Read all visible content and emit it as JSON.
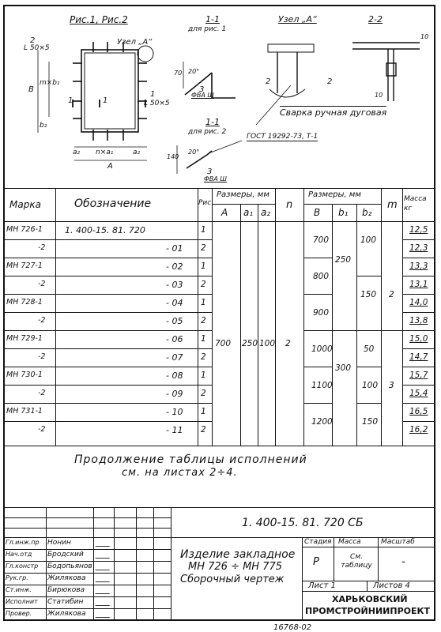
{
  "drawings": {
    "fig_main_title": "Рис.1, Рис.2",
    "node_a": "Узел „А“",
    "l50_top": "L 50×5",
    "l50_right": "L 50×5",
    "label_2": "2",
    "label_1_left": "1",
    "label_1_right": "1",
    "label_1_bottom": "1",
    "dim_B": "B",
    "dim_b1": "m×b₁",
    "dim_b2": "b₂",
    "dim_a2_left": "a₂",
    "dim_na1": "n×a₁",
    "dim_a2_right": "a₂",
    "dim_A": "A",
    "sec_11_top": "1-1",
    "sec_11_top_note": "для рис. 1",
    "dim_70": "70",
    "angle_200_top": "20°",
    "mark_3_top": "3",
    "weld_top": "ФВА Ш",
    "node_a_title": "Узел „А“",
    "sec_22_title": "2-2",
    "dim_10_a": "10",
    "dim_10_b": "10",
    "sec2_left": "2",
    "sec2_right": "2",
    "weld_note": "Сварка ручная дуговая",
    "sec_11_bottom": "1-1",
    "sec_11_bottom_note": "для рис. 2",
    "gost": "ГОСТ 19292-73, Т-1",
    "dim_140": "140",
    "angle_200_bottom": "20°",
    "mark_3_bottom": "3",
    "weld_bottom": "ФВА Ш"
  },
  "table": {
    "headers": {
      "marka": "Марка",
      "oboz": "Обозначение",
      "ris": "Рис",
      "razm_left": "Размеры, мм",
      "A": "A",
      "a1": "a₁",
      "a2": "a₂",
      "n": "n",
      "razm_right": "Размеры, мм",
      "B": "B",
      "b1": "b₁",
      "b2": "b₂",
      "m": "m",
      "massa": "Масса кг"
    },
    "rows": [
      {
        "marka": "МН 726-1",
        "oboz": "1. 400-15. 81. 720",
        "ris": "1",
        "mass": "12,5"
      },
      {
        "marka": "-2",
        "oboz": "- 01",
        "ris": "2",
        "mass": "12,3"
      },
      {
        "marka": "МН 727-1",
        "oboz": "- 02",
        "ris": "1",
        "mass": "13,3"
      },
      {
        "marka": "-2",
        "oboz": "- 03",
        "ris": "2",
        "mass": "13,1"
      },
      {
        "marka": "МН 728-1",
        "oboz": "- 04",
        "ris": "1",
        "mass": "14,0"
      },
      {
        "marka": "-2",
        "oboz": "- 05",
        "ris": "2",
        "mass": "13,8"
      },
      {
        "marka": "МН 729-1",
        "oboz": "- 06",
        "ris": "1",
        "mass": "15,0"
      },
      {
        "marka": "-2",
        "oboz": "- 07",
        "ris": "2",
        "mass": "14,7"
      },
      {
        "marka": "МН 730-1",
        "oboz": "- 08",
        "ris": "1",
        "mass": "15,7"
      },
      {
        "marka": "-2",
        "oboz": "- 09",
        "ris": "2",
        "mass": "15,4"
      },
      {
        "marka": "МН 731-1",
        "oboz": "- 10",
        "ris": "1",
        "mass": "16,5"
      },
      {
        "marka": "-2",
        "oboz": "- 11",
        "ris": "2",
        "mass": "16,2"
      }
    ],
    "merged": {
      "A": "700",
      "a1": "250",
      "a2": "100",
      "n": "2",
      "B": [
        "700",
        "800",
        "900",
        "1000",
        "1100",
        "1200"
      ],
      "b1_top": "250",
      "b1_bottom": "300",
      "b2": [
        "100",
        "150",
        "50",
        "100",
        "150"
      ],
      "m_top": "2",
      "m_bottom": "3"
    },
    "continuation_line1": "Продолжение таблицы исполнений",
    "continuation_line2": "см. на листах 2÷4."
  },
  "title_block": {
    "doc_code": "1. 400-15. 81. 720 СБ",
    "roles": [
      "Гл.инж.пр",
      "Нач.отд",
      "Гл.констр",
      "Рук.гр.",
      "Ст.инж.",
      "Исполнит",
      "Провер."
    ],
    "names": [
      "Нонин",
      "Бродский",
      "Бодопьянов",
      "Жилякова",
      "Бирюкова",
      "Статибин",
      "Жилякова"
    ],
    "title_line1": "Изделие закладное",
    "title_line2": "МН 726 ÷ МН 775",
    "title_line3": "Сборочный чертеж",
    "stadia_label": "Стадия",
    "massa_label": "Масса",
    "masshtab_label": "Масштаб",
    "stadia": "Р",
    "massa": "См. таблицу",
    "masshtab": "-",
    "list": "Лист 1",
    "listov": "Листов 4",
    "org_line1": "ХАРЬКОВСКИЙ",
    "org_line2": "ПРОМСТРОЙНИИПРОЕКТ"
  },
  "footer_stamp": "16768-02"
}
